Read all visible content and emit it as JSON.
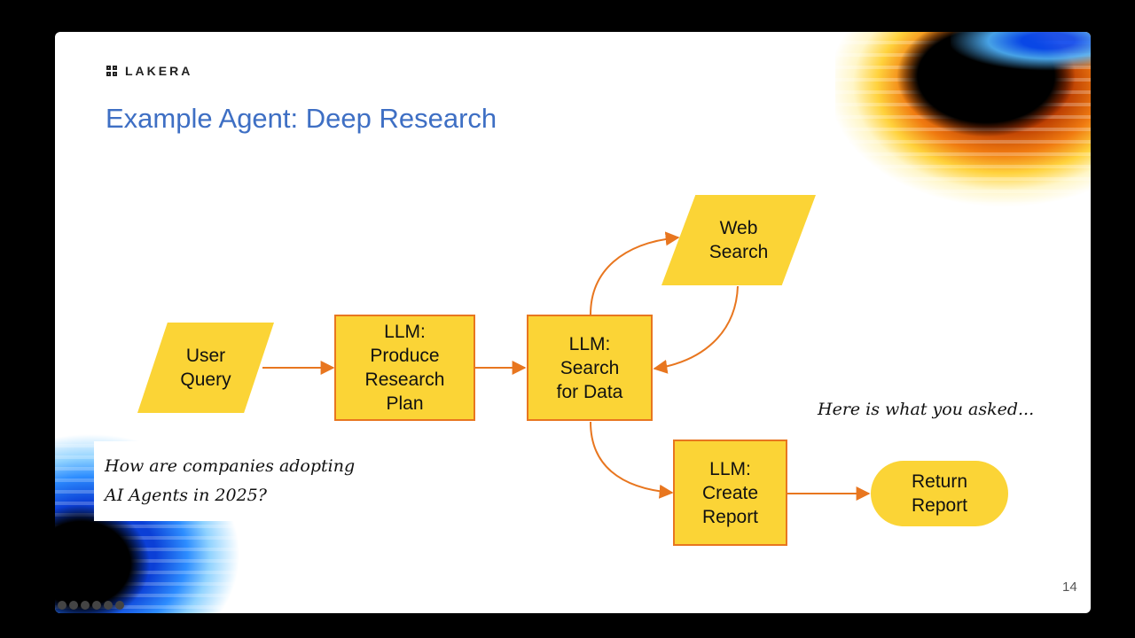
{
  "slide": {
    "logo_text": "LAKERA",
    "title": "Example Agent: Deep Research",
    "page_number": "14"
  },
  "nodes": {
    "user_query": [
      "User",
      "Query"
    ],
    "produce_plan": [
      "LLM:",
      "Produce",
      "Research",
      "Plan"
    ],
    "search_data": [
      "LLM:",
      "Search",
      "for Data"
    ],
    "web_search": [
      "Web",
      "Search"
    ],
    "create_report": [
      "LLM:",
      "Create",
      "Report"
    ],
    "return_report": [
      "Return",
      "Report"
    ]
  },
  "annotations": {
    "question": [
      "How are companies adopting",
      "AI Agents in 2025?"
    ],
    "answer": "Here is what you asked..."
  },
  "colors": {
    "node_fill": "#fbd436",
    "node_border": "#e8761f",
    "arrow": "#e8761f",
    "title": "#3e6fc4"
  }
}
